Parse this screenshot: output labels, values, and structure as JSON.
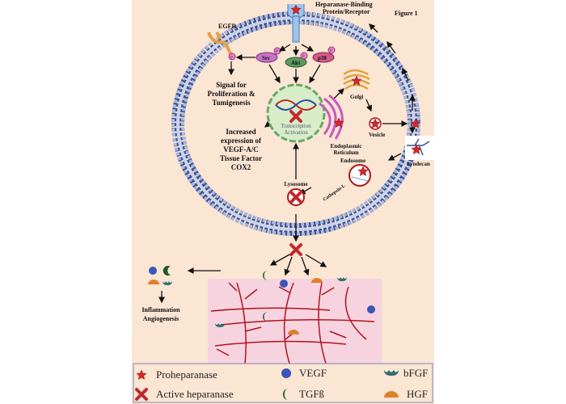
{
  "figure_label": "Figure 1",
  "labels": {
    "receptor_line1": "Heparanase-Binding",
    "receptor_line2": "Protein/Receptor",
    "egfr": "EGFR",
    "src": "Src",
    "akt": "Akt",
    "p38": "p38",
    "phospho": "P",
    "signal_line1": "Signal for",
    "signal_line2": "Proliferation &",
    "signal_line3": "Tumigenesis",
    "golgi": "Golgi",
    "transcription_line1": "Transcription",
    "transcription_line2": "Activation",
    "expression_line1": "Increased",
    "expression_line2": "expression of",
    "expression_line3": "VEGF-A/C",
    "expression_line4": "Tissue Factor",
    "expression_line5": "COX2",
    "er_line1": "Endoplasmic",
    "er_line2": "Reticulum",
    "vesicle": "Vesicle",
    "syndecan": "Syndecan",
    "endosome": "Endosome",
    "cathepsin": "Cathepsin-L",
    "lysosome": "Lysosome",
    "outcome_line1": "Inflammation",
    "outcome_line2": "Angiogenesis"
  },
  "legend": [
    {
      "label": "Proheparanase",
      "icon": "red-star",
      "color": "#d7262b"
    },
    {
      "label": "Active heparanase",
      "icon": "red-x",
      "color": "#c0282e"
    },
    {
      "label": "VEGF",
      "icon": "blue-circle",
      "color": "#3b55b8"
    },
    {
      "label": "TGFß",
      "icon": "green-crescent",
      "color": "#1e5a2c"
    },
    {
      "label": "bFGF",
      "icon": "teal-wave",
      "color": "#2f6e6e"
    },
    {
      "label": "HGF",
      "icon": "orange-dome",
      "color": "#e07f2a"
    }
  ],
  "colors": {
    "background": "#fbe5d3",
    "membrane": "#3b4f8a",
    "ecm": "#f7d3e0",
    "vessels": "#b0141c"
  }
}
